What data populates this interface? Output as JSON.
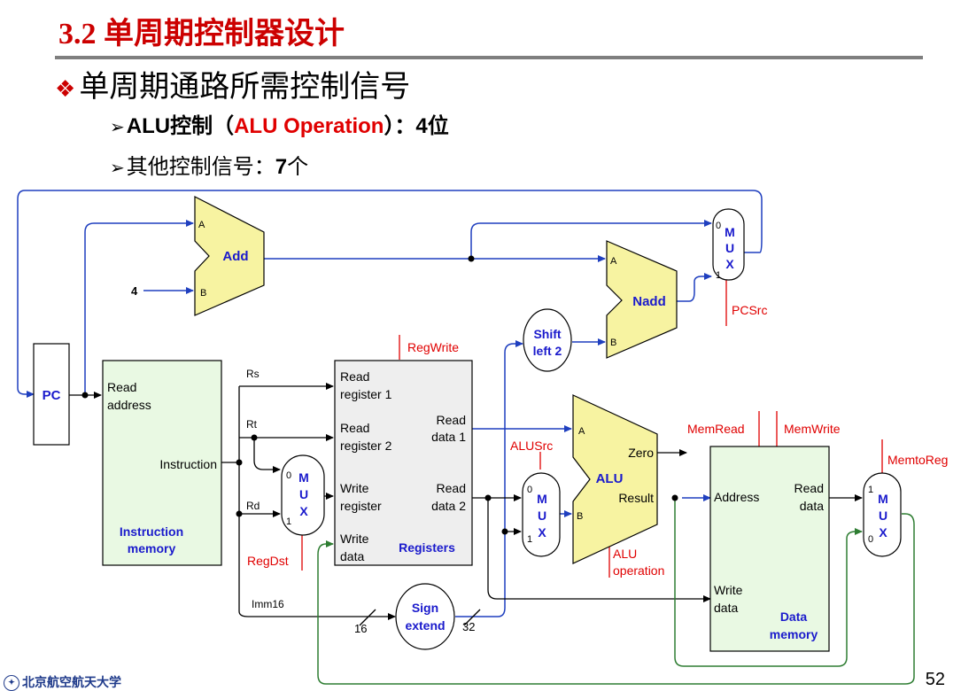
{
  "slide": {
    "title": "3.2 单周期控制器设计",
    "bullet_main": "单周期通路所需控制信号",
    "sub_bullets": [
      {
        "prefix": "ALU控制（",
        "highlight": "ALU Operation",
        "suffix": "）：4位"
      },
      {
        "prefix": "其他控制信号：",
        "bold": "7",
        "suffix": "个"
      }
    ],
    "page_number": "52",
    "footer_logo_text": "北京航空航天大学"
  },
  "colors": {
    "title": "#cc0000",
    "wire_blue": "#1f3fbf",
    "wire_black": "#000000",
    "wire_green": "#2e7d32",
    "control_red": "#e00000",
    "unit_yellow": "#f7f3a1",
    "memory_green": "#e9f9e3",
    "register_gray": "#eeeeee",
    "label_blue": "#1a1acc"
  },
  "diagram": {
    "pc": "PC",
    "add": {
      "label": "Add",
      "in_a": "A",
      "in_b": "B",
      "const": "4"
    },
    "nadd": {
      "label": "Nadd",
      "in_a": "A",
      "in_b": "B"
    },
    "shift": {
      "line1": "Shift",
      "line2": "left 2"
    },
    "instr_mem": {
      "read1": "Read",
      "read2": "address",
      "instruction": "Instruction",
      "name1": "Instruction",
      "name2": "memory"
    },
    "fields": {
      "rs": "Rs",
      "rt": "Rt",
      "rd": "Rd",
      "imm": "Imm16"
    },
    "registers": {
      "rr1a": "Read",
      "rr1b": "register 1",
      "rr2a": "Read",
      "rr2b": "register 2",
      "wra": "Write",
      "wrb": "register",
      "wda": "Write",
      "wdb": "data",
      "rd1a": "Read",
      "rd1b": "data 1",
      "rd2a": "Read",
      "rd2b": "data 2",
      "name": "Registers"
    },
    "alu": {
      "label": "ALU",
      "in_a": "A",
      "in_b": "B",
      "zero": "Zero",
      "result": "Result"
    },
    "data_mem": {
      "addr": "Address",
      "rda": "Read",
      "rdb": "data",
      "wda": "Write",
      "wdb": "data",
      "name1": "Data",
      "name2": "memory"
    },
    "sign_ext": {
      "line1": "Sign",
      "line2": "extend",
      "in_width": "16",
      "out_width": "32"
    },
    "mux": {
      "m": "M",
      "u": "U",
      "x": "X",
      "zero": "0",
      "one": "1"
    },
    "controls": {
      "regwrite": "RegWrite",
      "regdst": "RegDst",
      "alusrc": "ALUSrc",
      "aluop1": "ALU",
      "aluop2": "operation",
      "memread": "MemRead",
      "memwrite": "MemWrite",
      "memtoreg": "MemtoReg",
      "pcsrc": "PCSrc"
    }
  }
}
